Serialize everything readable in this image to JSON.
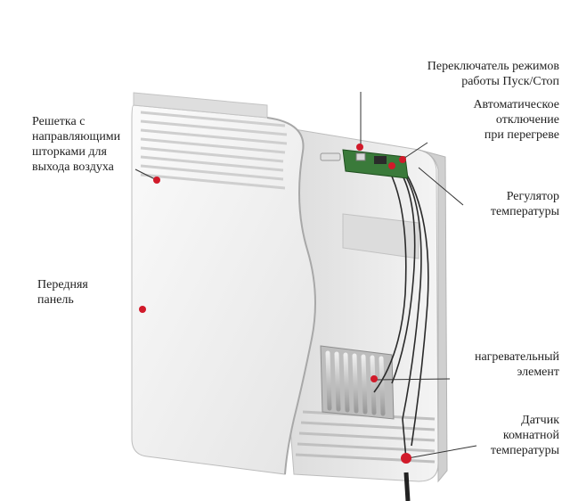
{
  "labels": {
    "grille": "Решетка с\nнаправляющими\nшторками для\nвыхода воздуха",
    "front_panel": "Передняя\nпанель",
    "mode_switch": "Переключатель режимов\nработы Пуск/Стоп",
    "overheat_cutoff": "Автоматическое\nотключение\nпри перегреве",
    "thermostat": "Регулятор\nтемпературы",
    "heating_element": "нагревательный\nэлемент",
    "room_sensor": "Датчик\nкомнатной\nтемпературы"
  },
  "colors": {
    "marker": "#d11a2a",
    "leader_line": "#333333",
    "panel": "#f2f2f2",
    "panel_shadow": "#c9c9c9",
    "interior": "#e6e6e6",
    "board": "#2e7d32"
  }
}
